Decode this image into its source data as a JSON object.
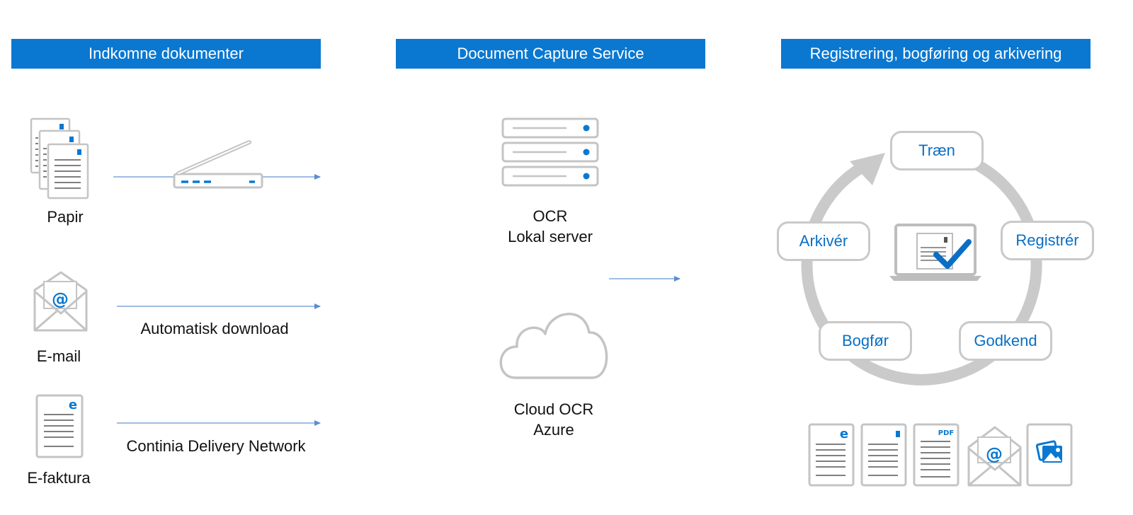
{
  "headers": {
    "incoming": "Indkomne dokumenter",
    "capture": "Document Capture Service",
    "registration": "Registrering, bogføring og arkivering"
  },
  "sources": {
    "paper": "Papir",
    "email": "E-mail",
    "einvoice": "E-faktura"
  },
  "channels": {
    "auto_download": "Automatisk download",
    "delivery_network": "Continia Delivery Network"
  },
  "ocr": {
    "local_line1": "OCR",
    "local_line2": "Lokal server",
    "cloud_line1": "Cloud OCR",
    "cloud_line2": "Azure"
  },
  "cycle": {
    "train": "Træn",
    "register": "Registrér",
    "approve": "Godkend",
    "post": "Bogfør",
    "archive": "Arkivér"
  },
  "doc_types": {
    "pdf_badge": "PDF",
    "e_badge": "e"
  },
  "colors": {
    "accent": "#0a78d1",
    "icon_gray": "#bdbdbd",
    "arrow": "#8fb3dc"
  }
}
